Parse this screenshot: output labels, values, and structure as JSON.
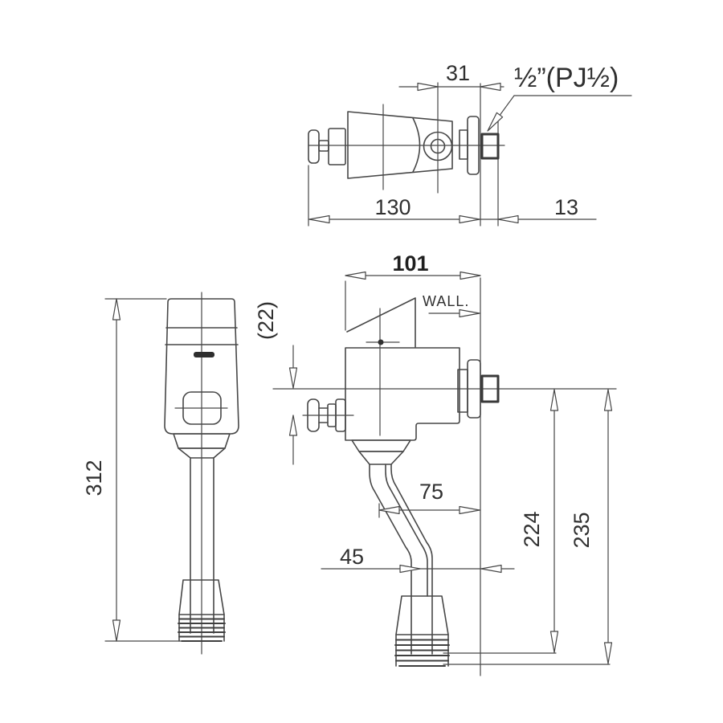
{
  "colors": {
    "background": "#ffffff",
    "line": "#474747",
    "text": "#303030"
  },
  "views": {
    "top_view": {
      "dims": {
        "d31": "31",
        "thread_label": "½”(PJ½)",
        "d130": "130",
        "d13": "13"
      }
    },
    "front_view": {
      "dims": {
        "d312": "312"
      }
    },
    "side_view": {
      "dims": {
        "d101": "101",
        "wall": "WALL.",
        "d22": "(22)",
        "d75": "75",
        "d45": "45",
        "d224": "224",
        "d235": "235"
      }
    }
  }
}
